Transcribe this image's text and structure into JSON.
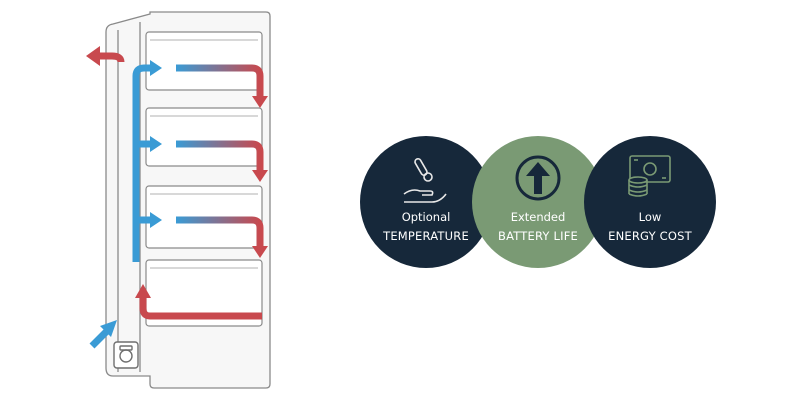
{
  "colors": {
    "cool_air": "#3a9bd5",
    "warm_air": "#c8494e",
    "cabinet_outline": "#8a8a8a",
    "navy": "#16283a",
    "green": "#7a9a74",
    "label_text": "#ffffff"
  },
  "diagram": {
    "shelves": 4,
    "airflow": [
      "cool-air-intake",
      "cool-air-riser",
      "warm-air-return",
      "warm-air-exhaust"
    ]
  },
  "benefits": [
    {
      "line1": "Optional",
      "line2": "TEMPERATURE",
      "icon": "thermometer-hand-icon",
      "color": "#16283a"
    },
    {
      "line1": "Extended",
      "line2": "BATTERY LIFE",
      "icon": "arrow-up-circle-icon",
      "color": "#7a9a74"
    },
    {
      "line1": "Low",
      "line2": "ENERGY COST",
      "icon": "money-coins-icon",
      "color": "#16283a"
    }
  ]
}
